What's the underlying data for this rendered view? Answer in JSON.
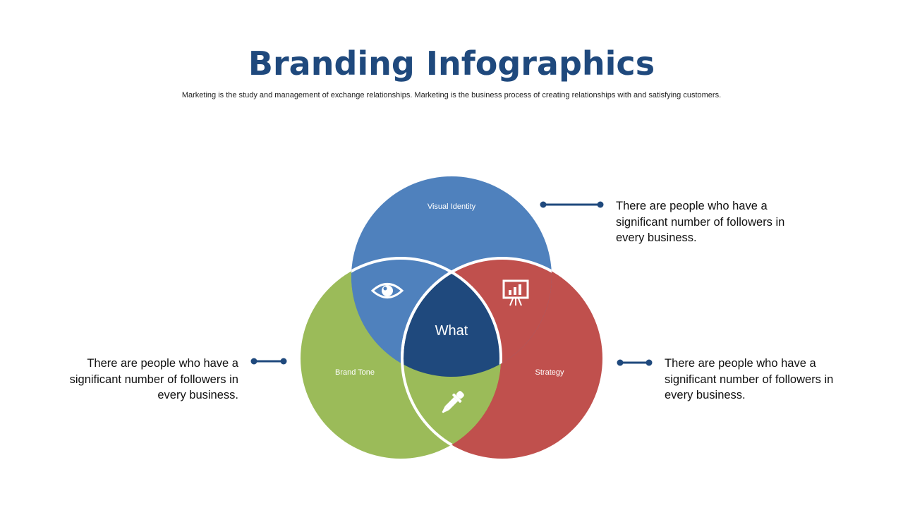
{
  "header": {
    "title": "Branding Infographics",
    "subtitle": "Marketing is the study and management of exchange relationships. Marketing is the business process of creating relationships with and satisfying customers."
  },
  "diagram": {
    "circles": {
      "top": {
        "label": "Visual Identity",
        "color": "#4f81bd"
      },
      "left": {
        "label": "Brand Tone",
        "color": "#9bbb59"
      },
      "right": {
        "label": "Strategy",
        "color": "#c0504d"
      }
    },
    "center": {
      "label": "What",
      "color": "#1f497d"
    },
    "icons": {
      "top_left": "eye-icon",
      "top_right": "presentation-chart-icon",
      "bottom": "eyedropper-icon"
    },
    "connector_color": "#1f497d"
  },
  "callouts": {
    "right_top": "There are people who have a significant number of followers in every business.",
    "right_bottom": "There are people who have a significant number of followers in every business.",
    "left": "There are people who have a significant number of followers in every business."
  }
}
